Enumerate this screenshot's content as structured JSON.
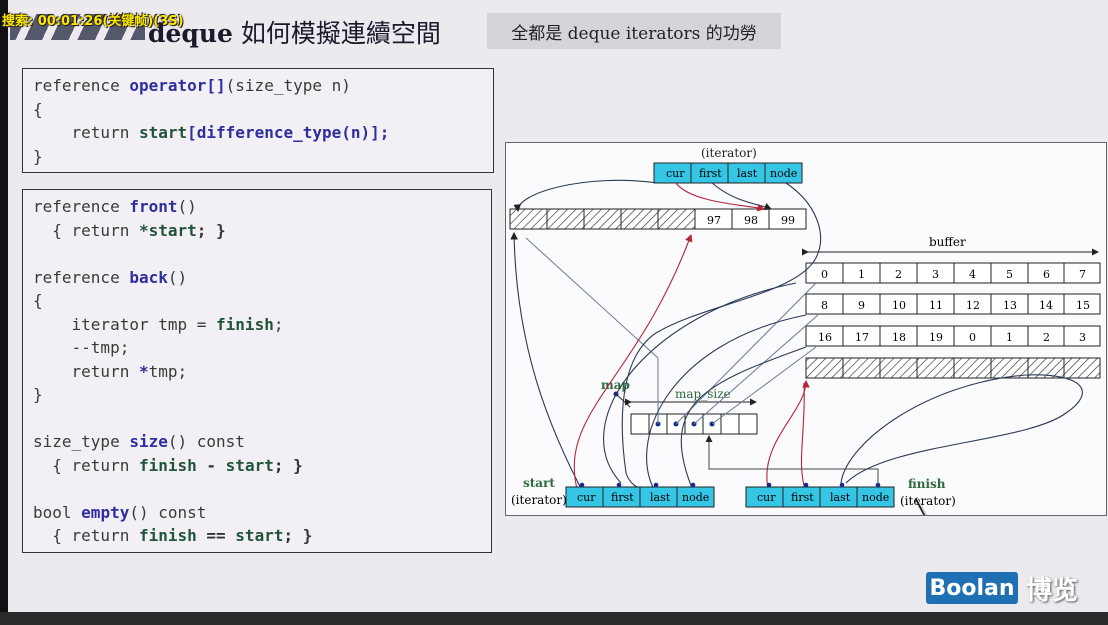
{
  "overlay": {
    "text": "搜索: 00:01:26(关键帧)(3S)"
  },
  "title": {
    "en": "deque",
    "zh": " 如何模擬連續空間"
  },
  "subtitle": "全都是 deque iterators 的功勞",
  "code1": [
    [
      "reference ",
      "operator[]",
      "(size_type n)"
    ],
    [
      "{"
    ],
    [
      "    return ",
      "start",
      "[difference_type(n)];"
    ],
    [
      "}"
    ]
  ],
  "code2": {
    "front_sig": [
      "reference ",
      "front",
      "()"
    ],
    "front_body": [
      "  { return ",
      "*start",
      "; }"
    ],
    "back_sig": [
      "reference ",
      "back",
      "()"
    ],
    "open": "{",
    "l1": [
      "    iterator tmp = ",
      "finish",
      ";"
    ],
    "l2": "    --tmp;",
    "l3": [
      "    return ",
      "*",
      "tmp;"
    ],
    "close": "}",
    "size_sig": [
      "size_type ",
      "size",
      "() const"
    ],
    "size_body": [
      "  { return ",
      "finish",
      " - ",
      "start",
      "; }"
    ],
    "empty_sig": [
      "bool ",
      "empty",
      "() const"
    ],
    "empty_body": [
      "  { return ",
      "finish",
      " == ",
      "start",
      "; }"
    ]
  },
  "diagram": {
    "iterator_label": "(iterator)",
    "iter_fields": [
      "cur",
      "first",
      "last",
      "node"
    ],
    "top_buffer_values": [
      "97",
      "98",
      "99"
    ],
    "buffer_label": "buffer",
    "buffer_rows": [
      [
        "0",
        "1",
        "2",
        "3",
        "4",
        "5",
        "6",
        "7"
      ],
      [
        "8",
        "9",
        "10",
        "11",
        "12",
        "13",
        "14",
        "15"
      ],
      [
        "16",
        "17",
        "18",
        "19",
        "0",
        "1",
        "2",
        "3"
      ]
    ],
    "map_label": "map",
    "map_size_label": "map_size",
    "start_label": "start",
    "finish_label": "finish",
    "iterator_paren": "(iterator)"
  },
  "logo": {
    "text": "Boolan",
    "cn": "博览"
  },
  "colors": {
    "field_cyan": "#35c6e6",
    "code_keyword": "#2e2e9e",
    "code_var": "#22543a",
    "diagram_label": "#2e6b3a",
    "pointer_red": "#b3253a",
    "logo_blue": "#1f6fb3"
  }
}
